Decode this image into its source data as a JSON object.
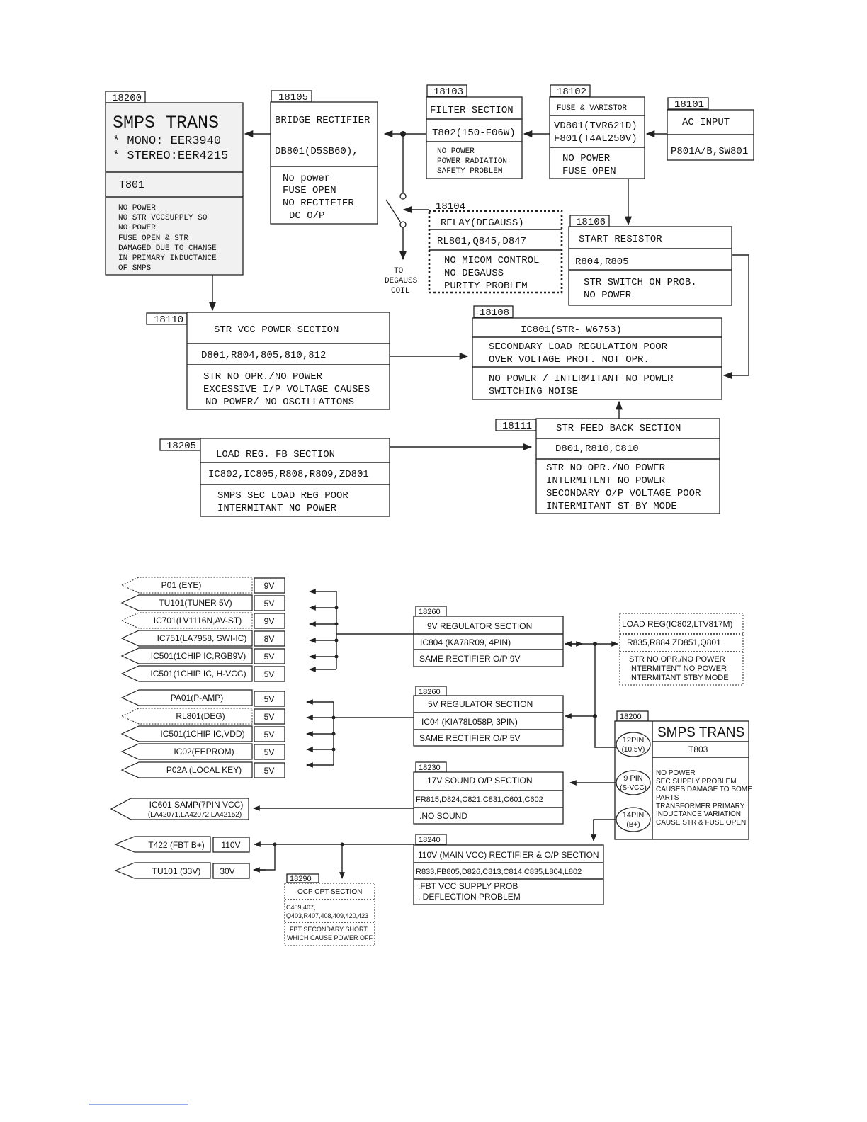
{
  "top": {
    "b18200": {
      "tag": "18200",
      "title": "SMPS TRANS",
      "mono": "* MONO: EER3940",
      "stereo": "* STEREO:EER4215",
      "part": "T801",
      "notes": [
        "NO POWER",
        "NO STR VCCSUPPLY SO",
        "NO POWER",
        "FUSE OPEN & STR",
        "DAMAGED DUE TO CHANGE",
        "IN PRIMARY INDUCTANCE",
        "OF SMPS"
      ]
    },
    "b18105": {
      "tag": "18105",
      "title": "BRIDGE RECTIFIER",
      "part": "DB801(D5SB60),",
      "notes": [
        "No power",
        "FUSE OPEN",
        "NO RECTIFIER",
        "DC O/P"
      ]
    },
    "b18103": {
      "tag": "18103",
      "title": "FILTER SECTION",
      "part": "T802(150-F06W)",
      "notes": [
        "NO POWER",
        "POWER RADIATION",
        "SAFETY PROBLEM"
      ]
    },
    "b18102": {
      "tag": "18102",
      "title": "FUSE & VARISTOR",
      "part1": "VD801(TVR621D)",
      "part2": "F801(T4AL250V)",
      "notes": [
        "NO POWER",
        "FUSE OPEN"
      ]
    },
    "b18101": {
      "tag": "18101",
      "title": "AC INPUT",
      "part": "P801A/B,SW801"
    },
    "b18104": {
      "tag": "18104",
      "title": "RELAY(DEGAUSS)",
      "part": "RL801,Q845,D847",
      "notes": [
        "NO MICOM CONTROL",
        "NO DEGAUSS",
        "PURITY PROBLEM"
      ]
    },
    "degauss_label": [
      "TO",
      "DEGAUSS",
      "COIL"
    ],
    "b18106": {
      "tag": "18106",
      "title": "START RESISTOR",
      "part": "R804,R805",
      "notes": [
        "STR SWITCH ON PROB.",
        "NO POWER"
      ]
    },
    "b18110": {
      "tag": "18110",
      "title": "STR  VCC POWER SECTION",
      "part": "D801,R804,805,810,812",
      "notes": [
        "STR NO OPR./NO POWER",
        "EXCESSIVE I/P VOLTAGE CAUSES",
        "NO POWER/ NO OSCILLATIONS"
      ]
    },
    "b18108": {
      "tag": "18108",
      "title": "IC801(STR- W6753)",
      "mid": [
        "SECONDARY LOAD REGULATION POOR",
        "OVER VOLTAGE PROT. NOT OPR."
      ],
      "notes": [
        "NO POWER / INTERMITANT NO POWER",
        "SWITCHING NOISE"
      ]
    },
    "b18111": {
      "tag": "18111",
      "title": "STR  FEED BACK SECTION",
      "part": "D801,R810,C810",
      "notes": [
        "STR NO OPR./NO POWER",
        "INTERMITENT NO POWER",
        "SECONDARY O/P VOLTAGE POOR",
        "INTERMITANT ST-BY MODE"
      ]
    },
    "b18205": {
      "tag": "18205",
      "title": "LOAD REG. FB SECTION",
      "part": "IC802,IC805,R808,R809,ZD801",
      "notes": [
        "SMPS SEC LOAD REG POOR",
        "INTERMITANT NO POWER"
      ]
    }
  },
  "bottom": {
    "outputs9v": [
      {
        "label": "P01 (EYE)",
        "volt": "9V",
        "dotted": true
      },
      {
        "label": "TU101(TUNER 5V)",
        "volt": "5V",
        "dotted": false
      },
      {
        "label": "IC701(LV1116N,AV-ST)",
        "volt": "9V",
        "dotted": true
      },
      {
        "label": "IC751(LA7958, SWI-IC)",
        "volt": "8V",
        "dotted": false
      },
      {
        "label": "IC501(1CHIP IC,RGB9V)",
        "volt": "5V",
        "dotted": false
      },
      {
        "label": "IC501(1CHIP IC, H-VCC)",
        "volt": "5V",
        "dotted": false
      }
    ],
    "outputs5v": [
      {
        "label": "PA01(P-AMP)",
        "volt": "5V",
        "dotted": false
      },
      {
        "label": "RL801(DEG)",
        "volt": "5V",
        "dotted": true
      },
      {
        "label": "IC501(1CHIP IC,VDD)",
        "volt": "5V",
        "dotted": false
      },
      {
        "label": "IC02(EEPROM)",
        "volt": "5V",
        "dotted": false
      },
      {
        "label": "P02A (LOCAL KEY)",
        "volt": "5V",
        "dotted": false
      }
    ],
    "ic601": {
      "line1": "IC601 SAMP(7PIN VCC)",
      "line2": "(LA42071,LA42072,LA42152)"
    },
    "t422": {
      "label": "T422 (FBT B+)",
      "volt": "110V"
    },
    "tu101": {
      "label": "TU101 (33V)",
      "volt": "30V"
    },
    "r9v": {
      "tag": "18260",
      "title": "9V REGULATOR  SECTION",
      "part": "IC804 (KA78R09, 4PIN)",
      "note": "SAME RECTIFIER O/P 9V"
    },
    "r5v": {
      "tag": "18260",
      "title": "5V REGULATOR  SECTION",
      "part": "IC04 (KIA78L058P, 3PIN)",
      "note": "SAME RECTIFIER O/P 5V"
    },
    "snd": {
      "tag": "18230",
      "title": "17V SOUND  O/P SECTION",
      "part": "FR815,D824,C821,C831,C601,C602",
      "note": ".NO SOUND"
    },
    "main": {
      "tag": "18240",
      "title": "110V (MAIN VCC) RECTIFIER & O/P SECTION",
      "part": "R833,FB805,D826,C813,C814,C835,L804,L802",
      "notes": [
        ".FBT  VCC SUPPLY PROB",
        ". DEFLECTION PROBLEM"
      ]
    },
    "ocp": {
      "tag": "18290",
      "title": "OCP CPT SECTION",
      "part1": "C409,407,",
      "part2": "Q403,R407,408,409,420,423",
      "notes": [
        "FBT SECONDARY SHORT",
        "WHICH CAUSE POWER OFF"
      ]
    },
    "loadreg": {
      "title": "LOAD REG(IC802,LTV817M)",
      "part": "R835,R884,ZD851,Q801",
      "notes": [
        "STR NO OPR./NO POWER",
        "INTERMITENT NO POWER",
        "INTERMITANT STBY MODE"
      ]
    },
    "smps": {
      "tag": "18200",
      "title": "SMPS TRANS",
      "part": "T803",
      "pin12": [
        "12PIN",
        "(10.5V)"
      ],
      "pin9": [
        "9 PIN",
        "(S-VCC)"
      ],
      "pin14": [
        "14PIN",
        "(B+)"
      ],
      "notes": [
        "NO POWER",
        "SEC SUPPLY  PROBLEM",
        "CAUSES DAMAGE TO SOME",
        "PARTS",
        "TRANSFORMER PRIMARY",
        "INDUCTANCE VARIATION",
        "CAUSE STR & FUSE OPEN"
      ]
    }
  }
}
